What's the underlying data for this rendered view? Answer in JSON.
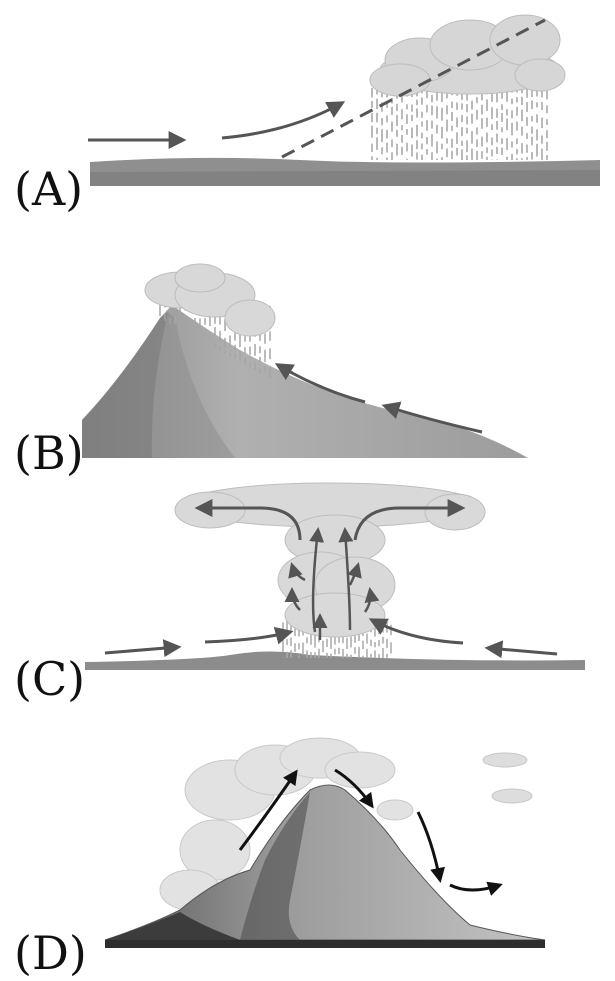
{
  "panels": [
    {
      "id": "A",
      "label": "(A)"
    },
    {
      "id": "B",
      "label": "(B)"
    },
    {
      "id": "C",
      "label": "(C)"
    },
    {
      "id": "D",
      "label": "(D)"
    }
  ],
  "colors": {
    "ground": "#8f8f8f",
    "ground_dark": "#6e6e6e",
    "cloud": "#d9d9d9",
    "cloud_shade": "#b9b9b9",
    "rain": "#a9a9a9",
    "arrow": "#555555",
    "mountain_light": "#b5b5b5",
    "mountain_dark": "#7a7a7a",
    "arrow_dark": "#111111"
  }
}
